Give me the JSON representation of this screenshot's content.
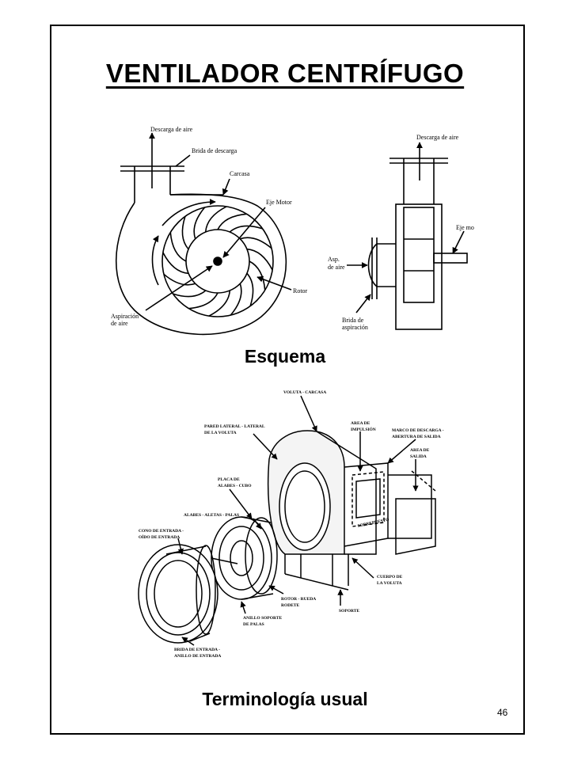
{
  "title": "VENTILADOR CENTRÍFUGO",
  "caption_schema": "Esquema",
  "caption_terms": "Terminología usual",
  "page_number": "46",
  "front_view_labels": {
    "descarga": "Descarga de aire",
    "brida_descarga": "Brida de descarga",
    "carcasa": "Carcasa",
    "eje_motor": "Eje Motor",
    "rotor": "Rotor",
    "aspiracion_1": "Aspiración",
    "aspiracion_2": "de aire"
  },
  "side_view_labels": {
    "descarga": "Descarga de aire",
    "eje": "Eje mo",
    "asp_1": "Asp.",
    "asp_2": "de aire",
    "brida_1": "Brida de",
    "brida_2": "aspiración"
  },
  "exploded_labels": {
    "voluta": "VOLUTA - CARCASA",
    "pared_1": "PARED LATERAL - LATERAL",
    "pared_2": "DE LA VOLUTA",
    "area_imp_1": "AREA DE",
    "area_imp_2": "IMPULSIÓN",
    "marco_1": "MARCO DE DESCARGA -",
    "marco_2": "ABERTURA DE SALIDA",
    "area_sal_1": "AREA DE",
    "area_sal_2": "SALIDA",
    "placa_1": "PLACA DE",
    "placa_2": "ALABES - CUBO",
    "alabes": "ALABES - ALETAS - PALAS",
    "cono_1": "CONO DE ENTRADA -",
    "cono_2": "OÍDO DE ENTRADA",
    "sobrepuesto": "SOBREPUESTO",
    "cuerpo_1": "CUERPO DE",
    "cuerpo_2": "LA VOLUTA",
    "rotor_1": "ROTOR - RUEDA",
    "rotor_2": "RODETE",
    "soporte": "SOPORTE",
    "anillo_1": "ANILLO SOPORTE",
    "anillo_2": "DE PALAS",
    "brida_1": "BRIDA DE ENTRADA -",
    "brida_2": "ANILLO DE ENTRADA"
  }
}
